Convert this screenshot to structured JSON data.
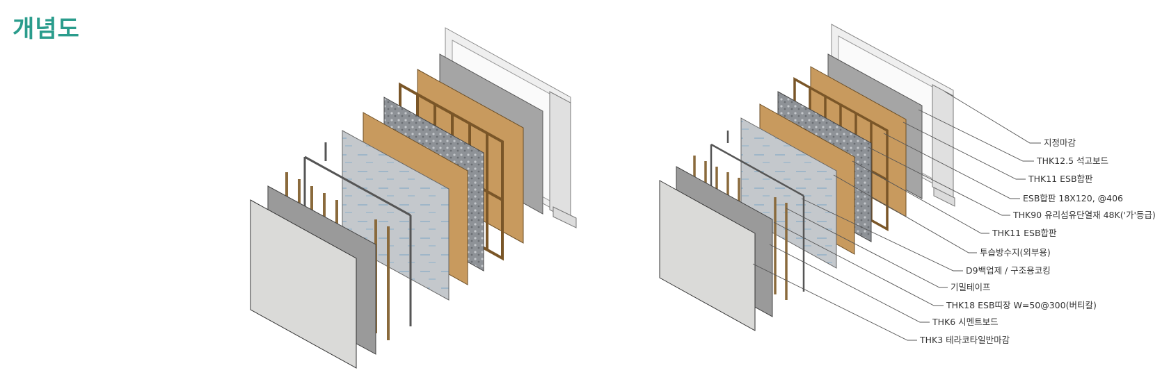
{
  "page": {
    "title": "개념도",
    "accent_color": "#2a9c8c"
  },
  "diagram_left": {
    "layers": [
      {
        "name": "finish-board",
        "color": "#d9d9d7"
      },
      {
        "name": "cement-board",
        "color": "#9a9a9a"
      },
      {
        "name": "vertical-furring",
        "color": "#8a6a3c"
      },
      {
        "name": "backing-members",
        "color": "#555555"
      },
      {
        "name": "air-tape",
        "color": "#777777"
      },
      {
        "name": "membrane",
        "color": "#b8bcc0"
      },
      {
        "name": "osb-sheathing",
        "color": "#c89a5e"
      },
      {
        "name": "insulation",
        "color": "#8c8f93"
      },
      {
        "name": "osb-stud-frame",
        "color": "#b88a4e"
      },
      {
        "name": "osb-inner-sheathing",
        "color": "#c89a5e"
      },
      {
        "name": "gypsum-board",
        "color": "#a5a5a5"
      },
      {
        "name": "finish-frame",
        "color": "#e8e8e8"
      }
    ]
  },
  "diagram_right": {
    "callouts": [
      {
        "text": "지정마감"
      },
      {
        "text": "THK12.5 석고보드"
      },
      {
        "text": "THK11 ESB합판"
      },
      {
        "text": "ESB합판 18X120, @406"
      },
      {
        "text": "THK90 유리섬유단열재 48K('가'등급)"
      },
      {
        "text": "THK11 ESB합판"
      },
      {
        "text": "투습방수지(외부용)"
      },
      {
        "text": "D9백업제 / 구조용코킹"
      },
      {
        "text": "기밀테이프"
      },
      {
        "text": "THK18 ESB띠장 W=50@300(버티칼)"
      },
      {
        "text": "THK6 시멘트보드"
      },
      {
        "text": "THK3 테라코타일반마감"
      }
    ]
  }
}
